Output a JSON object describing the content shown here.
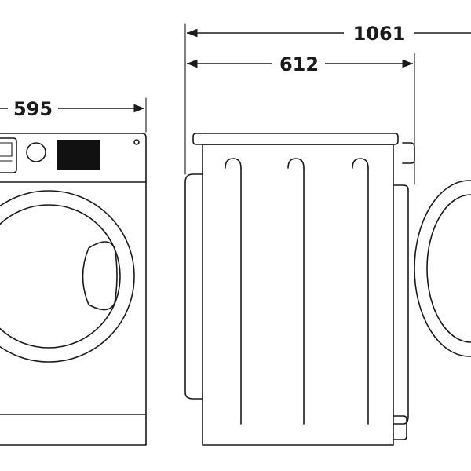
{
  "dimensions": {
    "width": "595",
    "depth": "612",
    "depth_door_open": "1061"
  }
}
